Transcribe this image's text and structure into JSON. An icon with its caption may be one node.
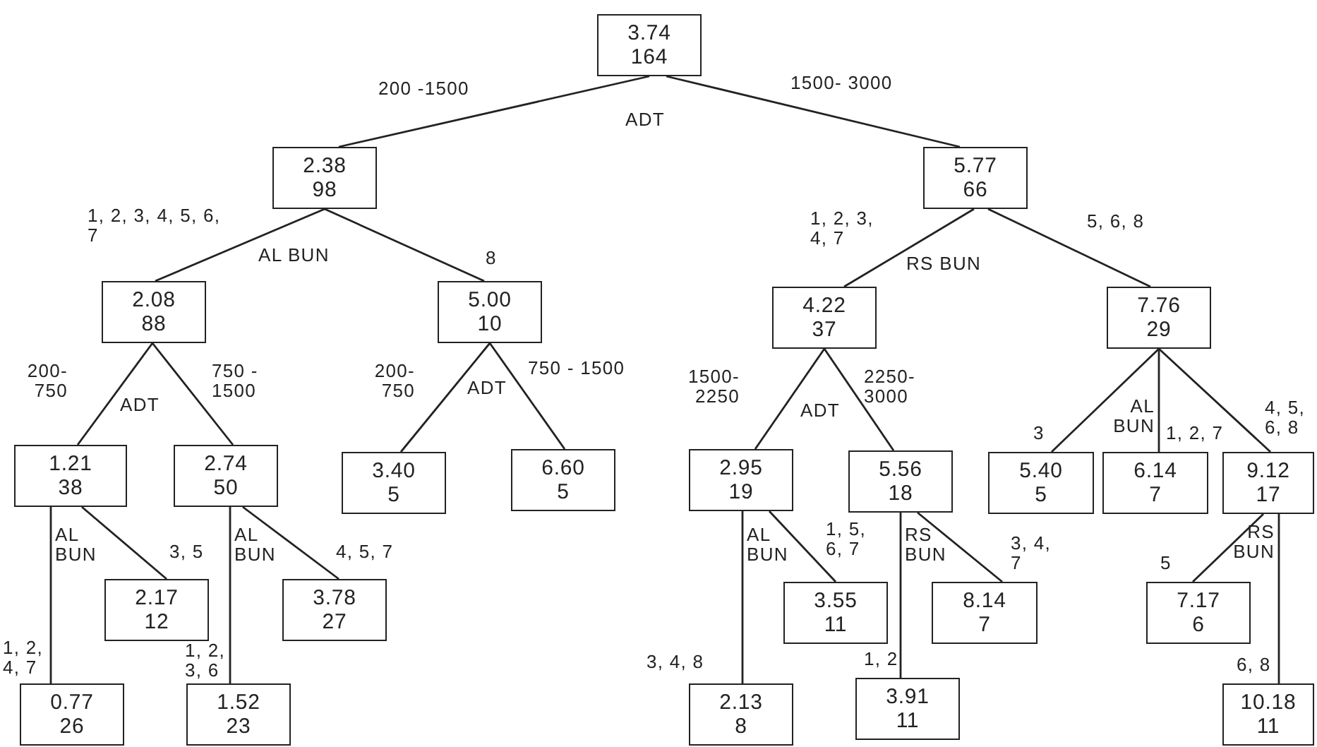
{
  "diagram": {
    "nodes": [
      {
        "text": [
          "3.74",
          "164"
        ],
        "beside": [
          "ADT"
        ]
      },
      {
        "text": [
          "2.38",
          "98"
        ],
        "beside": [
          "AL BUN"
        ]
      },
      {
        "text": [
          "5.77",
          "66"
        ],
        "beside": [
          "RS BUN"
        ]
      },
      {
        "text": [
          "2.08",
          "88"
        ],
        "beside": [
          "ADT"
        ]
      },
      {
        "text": [
          "5.00",
          "10"
        ],
        "beside": [
          "ADT"
        ]
      },
      {
        "text": [
          "4.22",
          "37"
        ],
        "beside": [
          "ADT"
        ]
      },
      {
        "text": [
          "7.76",
          "29"
        ]
      },
      {
        "text": [
          "1.21",
          "38"
        ],
        "beside": [
          "AL BUN"
        ]
      },
      {
        "text": [
          "2.74",
          "50"
        ],
        "beside": [
          "AL BUN"
        ]
      },
      {
        "text": [
          "3.40",
          "5"
        ]
      },
      {
        "text": [
          "6.60",
          "5"
        ]
      },
      {
        "text": [
          "2.95",
          "19"
        ],
        "beside": [
          "AL BUN"
        ]
      },
      {
        "text": [
          "5.56",
          "18"
        ],
        "beside": [
          "RS BUN"
        ]
      },
      {
        "text": [
          "5.40",
          "5"
        ]
      },
      {
        "text": [
          "6.14",
          "7"
        ]
      },
      {
        "text": [
          "9.12",
          "17"
        ],
        "beside": [
          "RS BUN"
        ]
      },
      {
        "text": [
          "2.17",
          "12"
        ]
      },
      {
        "text": [
          "3.78",
          "27"
        ]
      },
      {
        "text": [
          "0.77",
          "26"
        ]
      },
      {
        "text": [
          "1.52",
          "23"
        ]
      },
      {
        "text": [
          "3.55",
          "11"
        ]
      },
      {
        "text": [
          "8.14",
          "7"
        ]
      },
      {
        "text": [
          "7.17",
          "6"
        ]
      },
      {
        "text": [
          "2.13",
          "8"
        ]
      },
      {
        "text": [
          "3.91",
          "11"
        ]
      },
      {
        "text": [
          "10.18",
          "11"
        ]
      }
    ],
    "edges": [
      {
        "from": 0,
        "to": 1,
        "arrow": "none",
        "label": "200 -1500"
      },
      {
        "from": 0,
        "to": 2,
        "arrow": "none",
        "label": "1500- 3000"
      },
      {
        "from": 1,
        "to": 3,
        "arrow": "none",
        "label": "1, 2, 3, 4, 5, 6, 7"
      },
      {
        "from": 1,
        "to": 4,
        "arrow": "none",
        "label": "8"
      },
      {
        "from": 2,
        "to": 5,
        "arrow": "none",
        "label": "1, 2, 3, 4, 7"
      },
      {
        "from": 2,
        "to": 6,
        "arrow": "none",
        "label": "5, 6, 8"
      },
      {
        "from": 3,
        "to": 7,
        "arrow": "none",
        "label": "200- 750"
      },
      {
        "from": 3,
        "to": 8,
        "arrow": "none",
        "label": "750 - 1500"
      },
      {
        "from": 4,
        "to": 9,
        "arrow": "none",
        "label": "200- 750"
      },
      {
        "from": 4,
        "to": 10,
        "arrow": "none",
        "label": "750 - 1500"
      },
      {
        "from": 5,
        "to": 11,
        "arrow": "none",
        "label": "1500- 2250"
      },
      {
        "from": 5,
        "to": 12,
        "arrow": "none",
        "label": "2250- 3000"
      },
      {
        "from": 6,
        "to": 13,
        "arrow": "none",
        "label": "3"
      },
      {
        "from": 6,
        "to": 14,
        "arrow": "none",
        "label": "1, 2, 7"
      },
      {
        "from": 6,
        "to": 15,
        "arrow": "none",
        "label": "4, 5, 6, 8"
      },
      {
        "from": 7,
        "to": 16,
        "arrow": "none",
        "label": "3, 5"
      },
      {
        "from": 7,
        "to": 18,
        "arrow": "none",
        "label": "1, 2, 4, 7"
      },
      {
        "from": 8,
        "to": 17,
        "arrow": "none",
        "label": "4, 5, 7"
      },
      {
        "from": 8,
        "to": 19,
        "arrow": "none",
        "label": "1, 2, 3, 6"
      },
      {
        "from": 11,
        "to": 20,
        "arrow": "none",
        "label": "1, 5, 6, 7"
      },
      {
        "from": 11,
        "to": 23,
        "arrow": "none",
        "label": "3, 4, 8"
      },
      {
        "from": 12,
        "to": 21,
        "arrow": "none",
        "label": "3, 4, 7"
      },
      {
        "from": 12,
        "to": 24,
        "arrow": "none",
        "label": "1, 2"
      },
      {
        "from": 15,
        "to": 22,
        "arrow": "none",
        "label": "5"
      },
      {
        "from": 15,
        "to": 25,
        "arrow": "none",
        "label": "6, 8"
      }
    ],
    "labels": [
      "AL BUN"
    ]
  }
}
